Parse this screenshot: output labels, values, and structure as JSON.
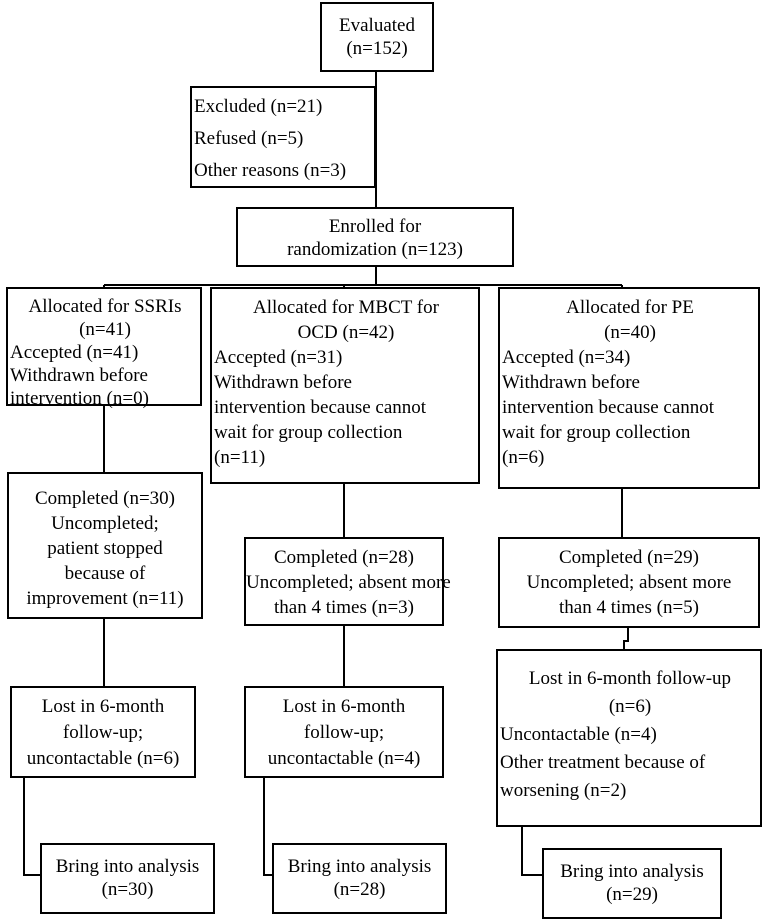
{
  "evaluated": [
    "Evaluated",
    "(n=152)"
  ],
  "excluded": [
    "Excluded (n=21)",
    "Refused (n=5)",
    "Other reasons (n=3)"
  ],
  "enrolled": [
    "Enrolled for",
    "randomization (n=123)"
  ],
  "ssri": {
    "allocated": [
      "Allocated for SSRIs",
      "(n=41)",
      "Accepted (n=41)",
      "Withdrawn before",
      "intervention (n=0)"
    ],
    "completed": [
      "Completed (n=30)",
      "Uncompleted;",
      "patient stopped",
      "because of",
      "improvement (n=11)"
    ],
    "lost": [
      "Lost in 6-month",
      "follow-up;",
      "uncontactable (n=6)"
    ],
    "analysis": [
      "Bring into analysis",
      "(n=30)"
    ]
  },
  "mbct": {
    "allocated": [
      "Allocated for MBCT for",
      "OCD (n=42)",
      "Accepted (n=31)",
      "Withdrawn before",
      "intervention because cannot",
      "wait for group collection",
      "(n=11)"
    ],
    "completed": [
      "Completed (n=28)",
      "Uncompleted; absent more",
      "than 4 times (n=3)"
    ],
    "lost": [
      "Lost in 6-month",
      "follow-up;",
      "uncontactable (n=4)"
    ],
    "analysis": [
      "Bring into analysis",
      "(n=28)"
    ]
  },
  "pe": {
    "allocated": [
      "Allocated for PE",
      "(n=40)",
      "Accepted (n=34)",
      "Withdrawn before",
      "intervention because cannot",
      "wait for group collection",
      "(n=6)"
    ],
    "completed": [
      "Completed (n=29)",
      "Uncompleted; absent more",
      "than 4 times (n=5)"
    ],
    "lost": [
      "Lost in 6-month follow-up",
      "(n=6)",
      "Uncontactable (n=4)",
      "Other treatment because of",
      "worsening (n=2)"
    ],
    "analysis": [
      "Bring into analysis",
      "(n=29)"
    ]
  }
}
